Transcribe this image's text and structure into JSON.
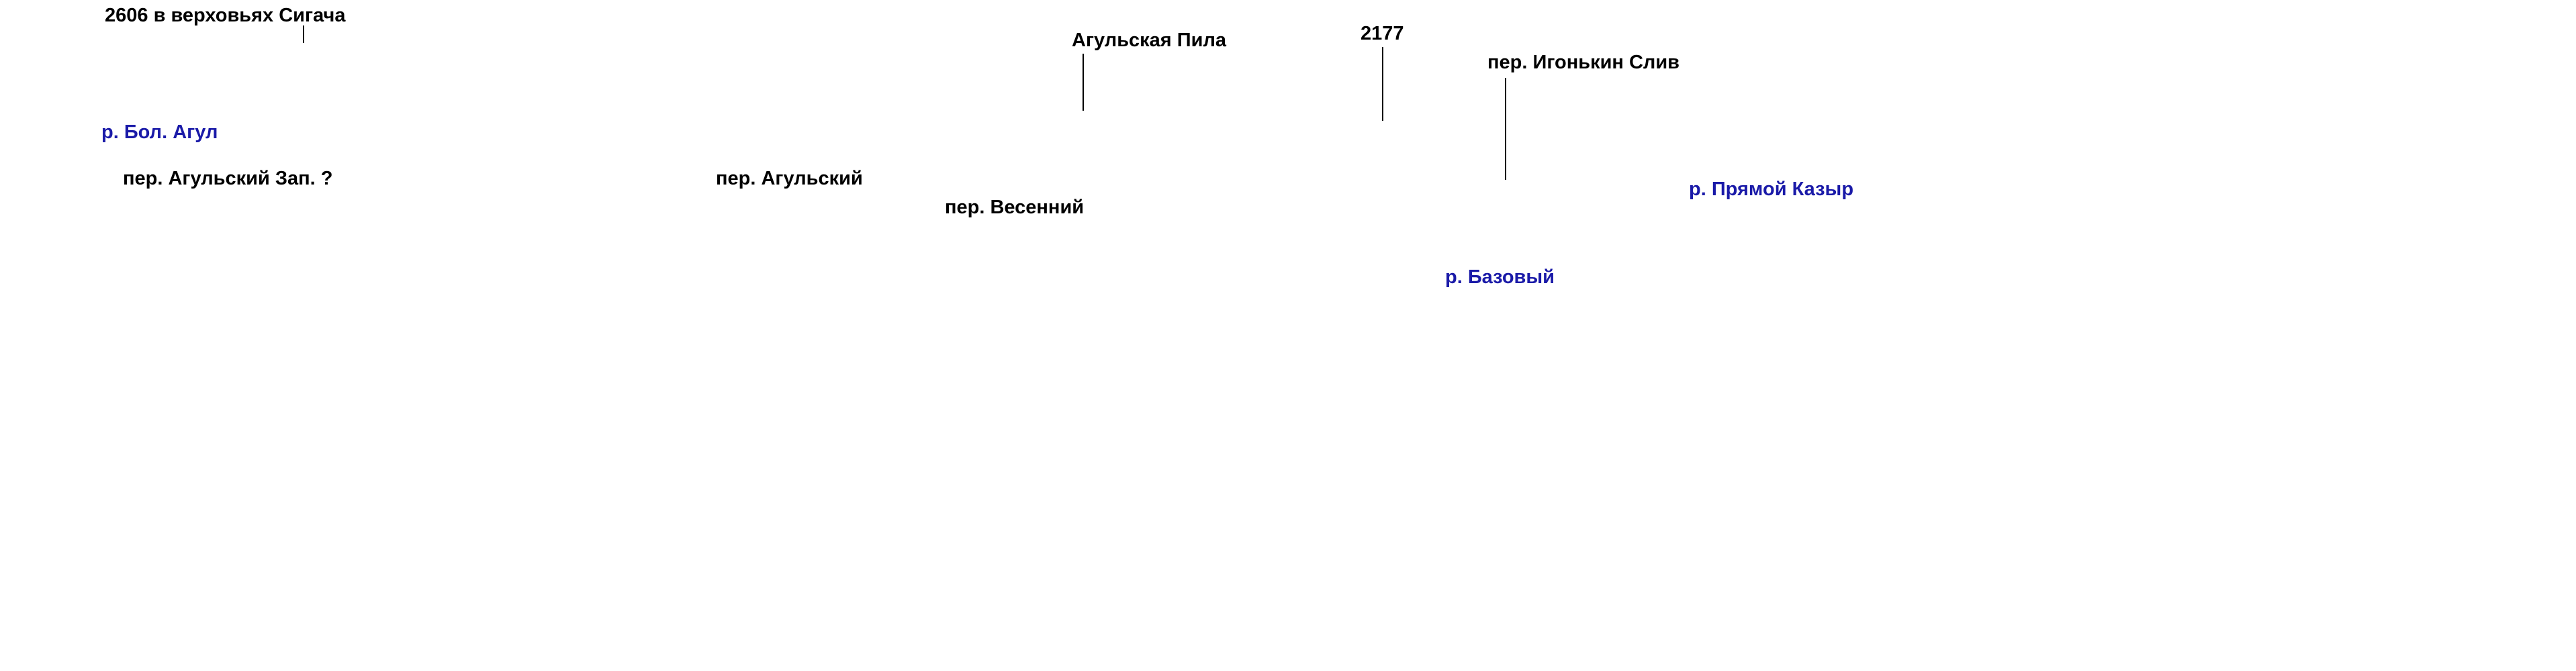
{
  "colors": {
    "pass_label": "#000000",
    "river_label": "#1a1aa8",
    "leader_line": "#000000",
    "background": "#ffffff"
  },
  "labels": {
    "peak_sigach": "2606 в верховьях Сигача",
    "peak_agulskaya_pila": "Агульская Пила",
    "peak_2177": "2177",
    "pass_igonkin_sliv": "пер. Игонькин Слив",
    "river_bol_agul": "р. Бол. Агул",
    "pass_agulsky_zap": "пер. Агульский Зап. ?",
    "pass_agulsky": "пер. Агульский",
    "pass_vesenny": "пер. Весенний",
    "river_pryamoy_kazyr": "р. Прямой Казыр",
    "river_bazovy": "р. Базовый"
  }
}
